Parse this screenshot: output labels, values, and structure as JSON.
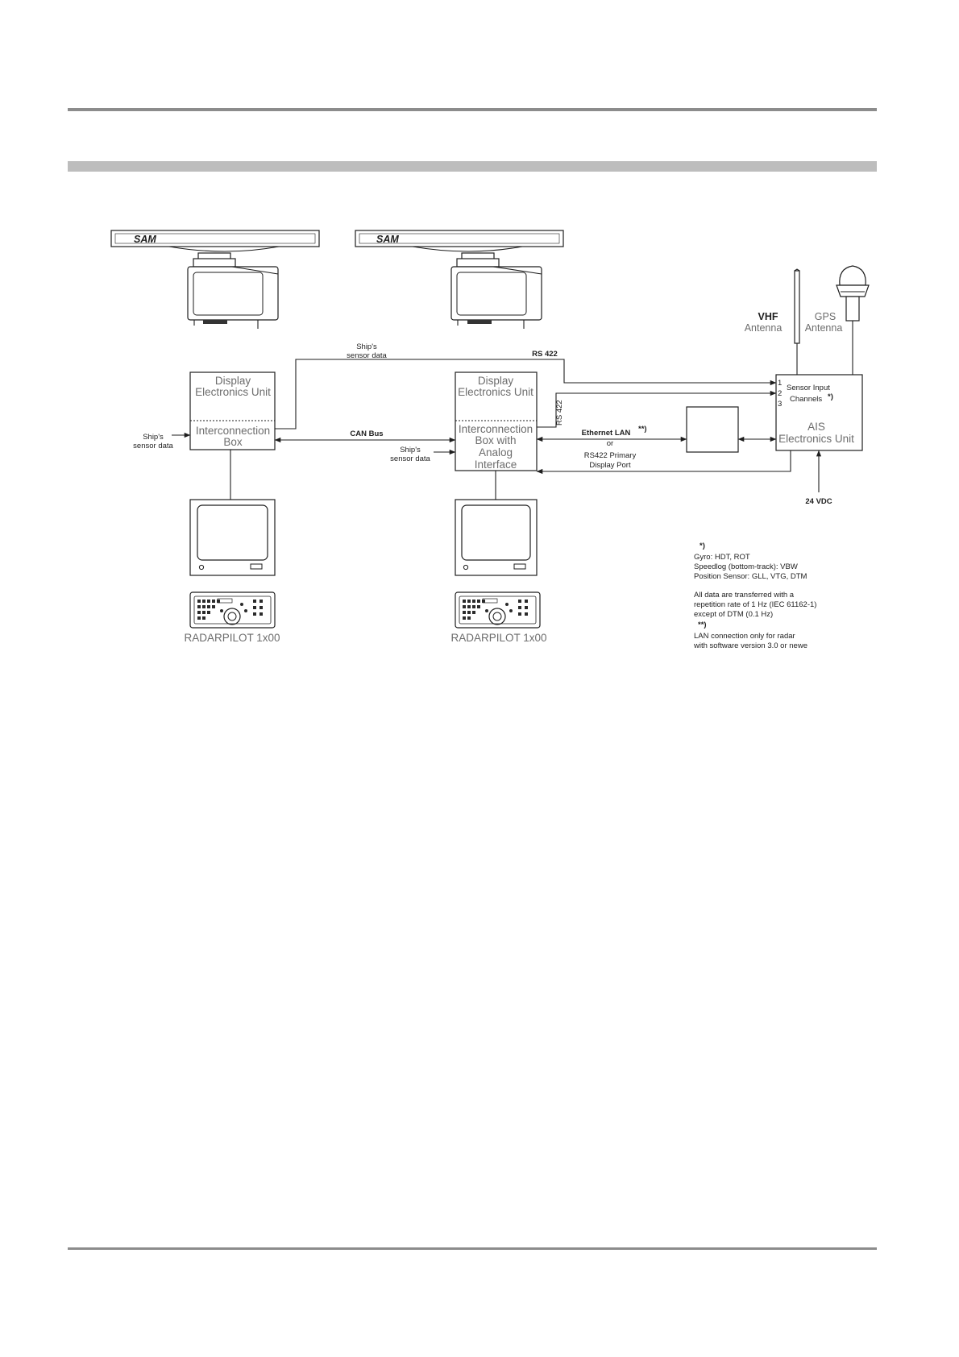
{
  "header_rule_color": "#8c8c8c",
  "section_bar_color": "#bdbdbd",
  "radar_antenna": {
    "label_1": "SAM",
    "label_2": "SAM"
  },
  "antennas": {
    "vhf_line1": "VHF",
    "vhf_line2": "Antenna",
    "gps_line1": "GPS",
    "gps_line2": "Antenna"
  },
  "unit1": {
    "display_line1": "Display",
    "display_line2": "Electronics Unit",
    "ib_line1": "Interconnection",
    "ib_line2": "Box",
    "name": "RADARPILOT 1x00"
  },
  "unit2": {
    "display_line1": "Display",
    "display_line2": "Electronics Unit",
    "ib_line1": "Interconnection",
    "ib_line2": "Box with",
    "ib_line3": "Analog",
    "ib_line4": "Interface",
    "name": "RADARPILOT 1x00"
  },
  "ais": {
    "ch1": "1",
    "ch2": "2",
    "ch3": "3",
    "sensor_line1": "Sensor Input",
    "sensor_line2": "Channels",
    "sensor_note": "*)",
    "name_line1": "AIS",
    "name_line2": "Electronics Unit",
    "power": "24 VDC"
  },
  "connections": {
    "ships_sensor_1_line1": "Ship's",
    "ships_sensor_1_line2": "sensor data",
    "ships_sensor_top_line1": "Ship's",
    "ships_sensor_top_line2": "sensor data",
    "ships_sensor_mid_line1": "Ship's",
    "ships_sensor_mid_line2": "sensor data",
    "rs422_top": "RS 422",
    "rs422_vertical": "RS 422",
    "can_bus": "CAN Bus",
    "ethernet": "Ethernet LAN",
    "ethernet_note": "**)",
    "or": "or",
    "rs422_primary_line1": "RS422 Primary",
    "rs422_primary_line2": "Display Port"
  },
  "notes": {
    "mark1": "*)",
    "line1": "Gyro: HDT, ROT",
    "line2": "Speedlog (bottom-track): VBW",
    "line3": "Position Sensor: GLL, VTG, DTM",
    "line4": "All data are transferred with a",
    "line5": "repetition rate of 1 Hz (IEC 61162-1)",
    "line6": "except of DTM (0.1 Hz)",
    "mark2": "**)",
    "line7": "LAN connection only for radar",
    "line8": "with software version 3.0 or newe"
  }
}
